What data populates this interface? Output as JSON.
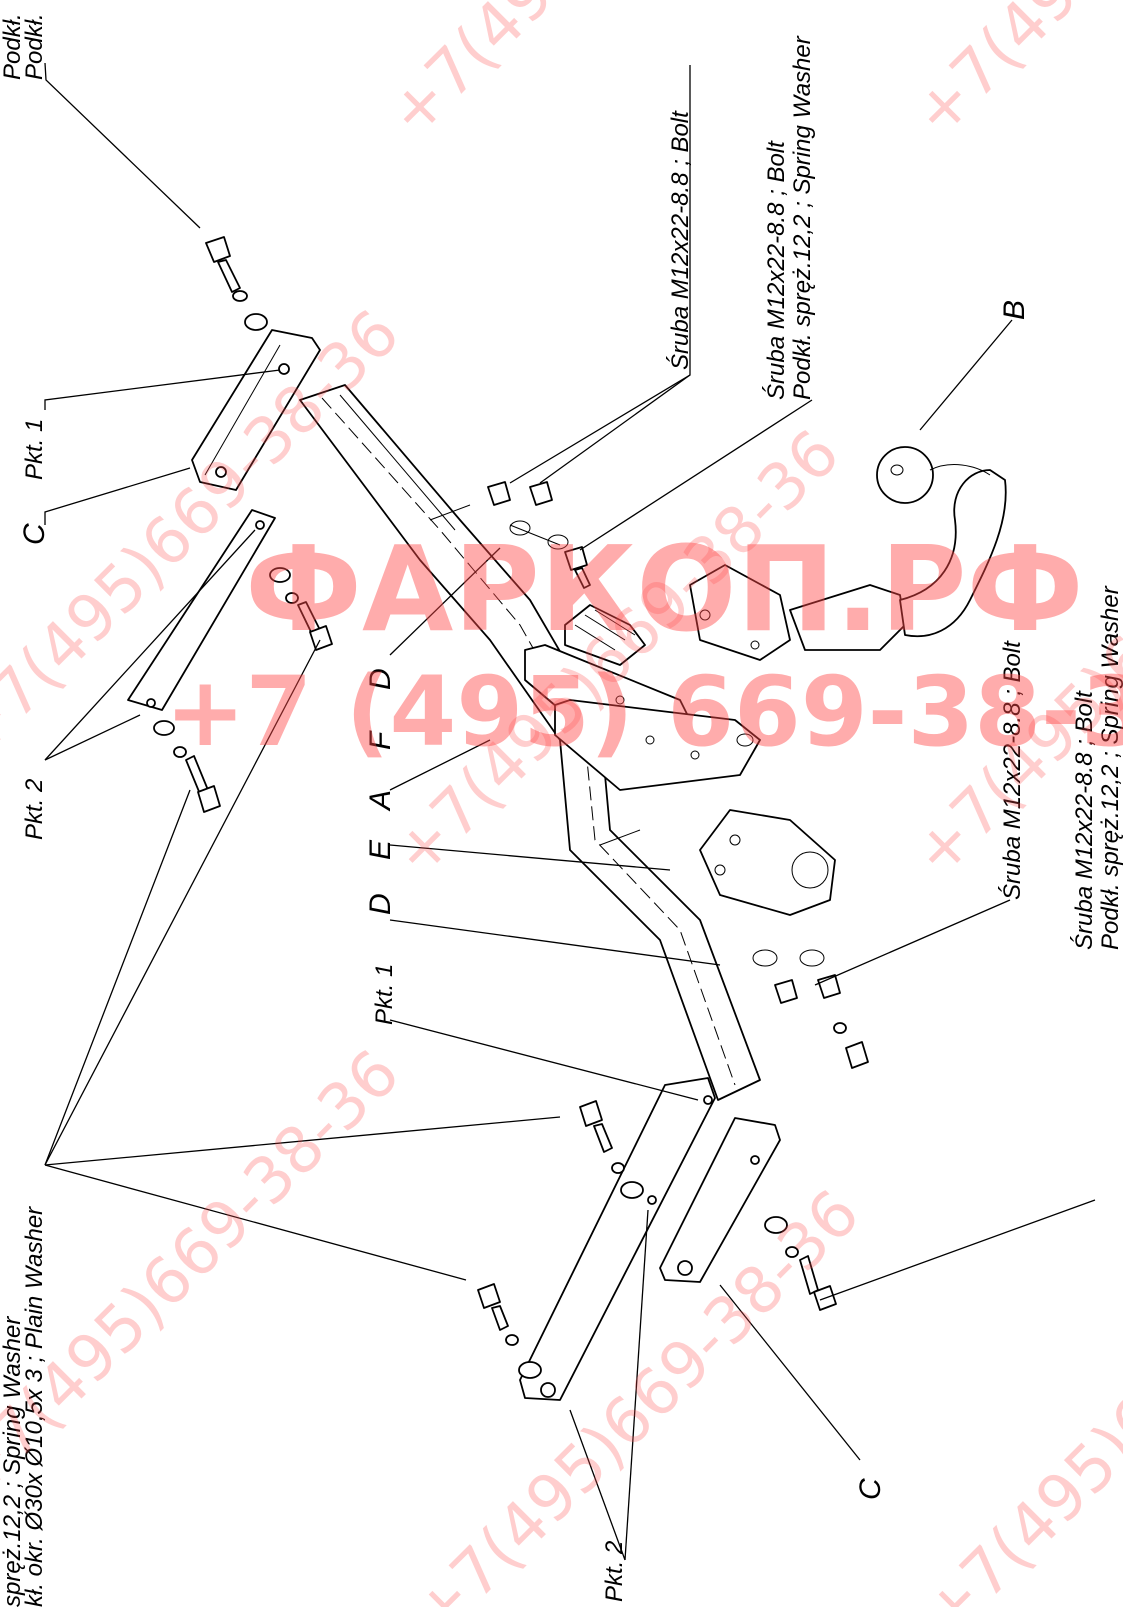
{
  "labels": {
    "top_left_clipped_1": "Podkł.",
    "top_left_clipped_2": "Podkł.",
    "pkt1_top": "Pkt. 1",
    "c_top": "C",
    "pkt2_left": "Pkt. 2",
    "bolt_a": "Śruba M12x22-8.8 ;  Bolt",
    "bolt_b_1": "Śruba M12x22-8.8 ; Bolt",
    "bolt_b_2": "Podkł. spręż.12,2 ; Spring Washer",
    "b_ball": "B",
    "d_top": "D",
    "f_mid": "F",
    "a_mid": "A",
    "e_mid": "E",
    "d_mid": "D",
    "pkt1_mid": "Pkt. 1",
    "bolt_c": "Śruba M12x22-8.8 ;  Bolt",
    "bolt_d_1": "Śruba M12x22-8.8 ; Bolt",
    "bolt_d_2": "Podkł. spręż.12,2 ; Spring Washer",
    "washer_left_1": "spręż.12,2 ; Spring Washer",
    "washer_left_2": "kł. okr. Ø30x Ø10,5x 3 ; Plain Washer",
    "c_bottom": "C",
    "pkt2_bottom": "Pkt. 2"
  },
  "watermark": {
    "main_text": "ФАРКОП.РФ",
    "phone_text": "+7 (495) 669-38-36",
    "repeat_text": "+7(495)669-38-36",
    "color": "#ff4a4a"
  }
}
